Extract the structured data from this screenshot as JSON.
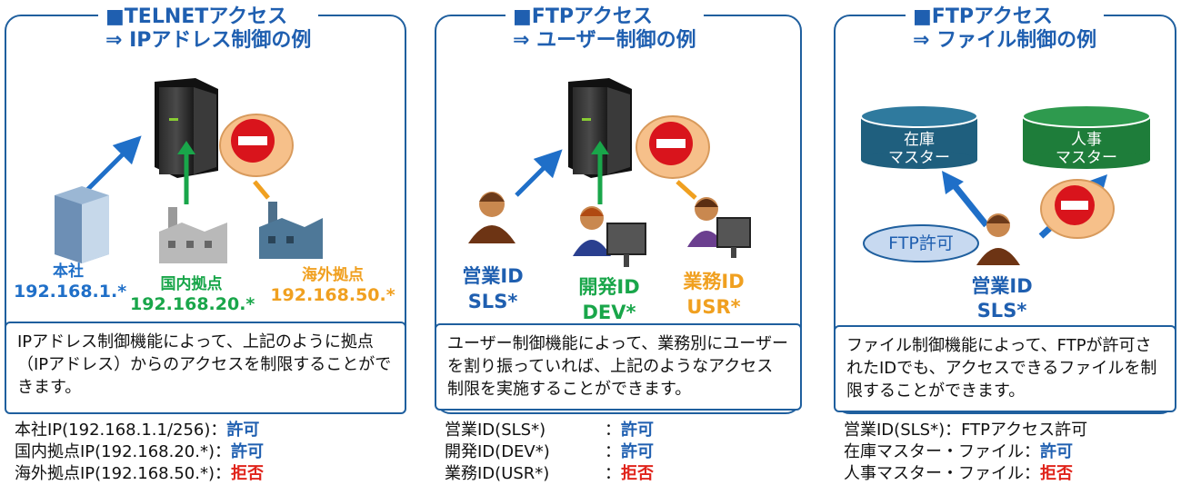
{
  "panels": [
    {
      "title_line1": "■TELNETアクセス",
      "title_line2": "⇒ IPアドレス制御の例",
      "labels": [
        {
          "name": "本社",
          "value": "192.168.1.*"
        },
        {
          "name": "国内拠点",
          "value": "192.168.20.*"
        },
        {
          "name": "海外拠点",
          "value": "192.168.50.*"
        }
      ],
      "description": "IPアドレス制御機能によって、上記のように拠点（IPアドレス）からのアクセスを制限することができます。",
      "rules": [
        {
          "label": "本社IP(192.168.1.1/256)：",
          "result": "許可"
        },
        {
          "label": "国内拠点IP(192.168.20.*)：",
          "result": "許可"
        },
        {
          "label": "海外拠点IP(192.168.50.*)：",
          "result": "拒否"
        }
      ]
    },
    {
      "title_line1": "■FTPアクセス",
      "title_line2": "⇒ ユーザー制御の例",
      "labels": [
        {
          "name": "営業ID",
          "value": "SLS*"
        },
        {
          "name": "開発ID",
          "value": "DEV*"
        },
        {
          "name": "業務ID",
          "value": "USR*"
        }
      ],
      "description": "ユーザー制御機能によって、業務別にユーザーを割り振っていれば、上記のようなアクセス制限を実施することができます。",
      "rules": [
        {
          "label": "営業ID(SLS*)",
          "result": "許可"
        },
        {
          "label": "開発ID(DEV*)",
          "result": "許可"
        },
        {
          "label": "業務ID(USR*)",
          "result": "拒否"
        }
      ],
      "rule_sep": "："
    },
    {
      "title_line1": "■FTPアクセス",
      "title_line2": "⇒ ファイル制御の例",
      "db1_line1": "在庫",
      "db1_line2": "マスター",
      "db2_line1": "人事",
      "db2_line2": "マスター",
      "bubble": "FTP許可",
      "user_line1": "営業ID",
      "user_line2": "SLS*",
      "description": "ファイル制御機能によって、FTPが許可されたIDでも、アクセスできるファイルを制限することができます。",
      "rule0": "営業ID(SLS*)：FTPアクセス許可",
      "rules": [
        {
          "label": "在庫マスター・ファイル：",
          "result": "許可"
        },
        {
          "label": "人事マスター・ファイル：",
          "result": "拒否"
        }
      ]
    }
  ],
  "colors": {
    "frame": "#1f5f9e",
    "title": "#1f5fb0",
    "allow": "#1f5fb0",
    "deny": "#e0241b",
    "db_blue": "#1f5f7e",
    "db_green": "#1e7d3a"
  }
}
